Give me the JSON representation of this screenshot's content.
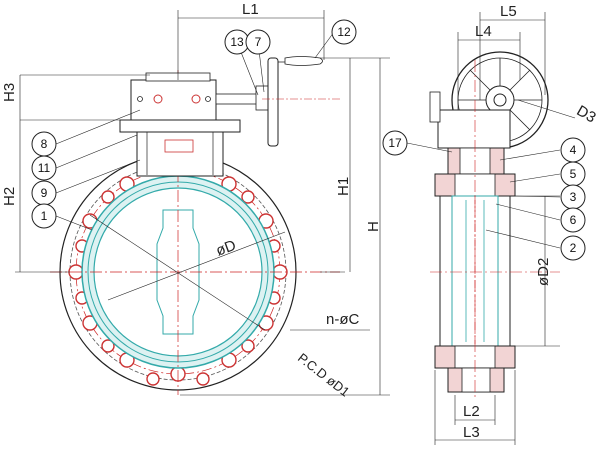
{
  "dimensions": {
    "L1": "L1",
    "L2": "L2",
    "L3": "L3",
    "L4": "L4",
    "L5": "L5",
    "H": "H",
    "H1": "H1",
    "H2": "H2",
    "H3": "H3",
    "D": "øD",
    "D1": "P.C.D øD1",
    "D2": "øD2",
    "D3": "D3",
    "nC": "n-øC"
  },
  "callouts": {
    "c1": "1",
    "c2": "2",
    "c3": "3",
    "c4": "4",
    "c5": "5",
    "c6": "6",
    "c7": "7",
    "c8": "8",
    "c9": "9",
    "c11": "11",
    "c12": "12",
    "c13": "13",
    "c17": "17"
  },
  "colors": {
    "outline": "#222222",
    "flange_bolt": "#cc3333",
    "liner": "#33aaaa",
    "centerline": "#cc2222",
    "body_fill": "#f2d4d4"
  }
}
